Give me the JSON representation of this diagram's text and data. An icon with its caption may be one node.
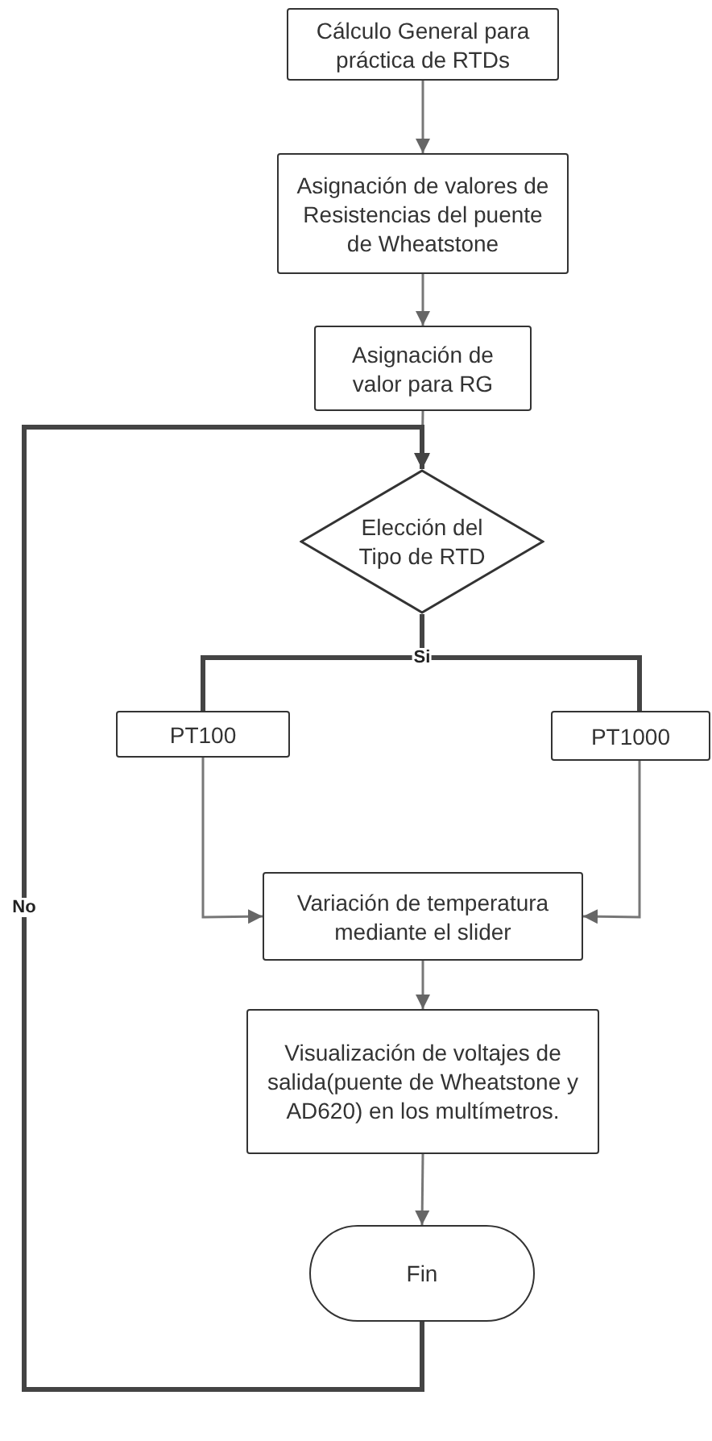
{
  "diagram": {
    "nodes": [
      {
        "text": [
          "Cálculo General para práctica de RTDs"
        ]
      },
      {
        "text": [
          "Asignación de valores de Resistencias del puente de Wheatstone"
        ]
      },
      {
        "text": [
          "Asignación de valor para RG"
        ]
      },
      {
        "text": [
          "Elección del Tipo de RTD"
        ]
      },
      {
        "text": [
          "PT100"
        ]
      },
      {
        "text": [
          "PT1000"
        ]
      },
      {
        "text": [
          "Variación de temperatura mediante el slider"
        ]
      },
      {
        "text": [
          "Visualización de voltajes de salida(puente de Wheatstone y AD620) en los multímetros."
        ]
      },
      {
        "text": [
          "Fin"
        ]
      }
    ],
    "edges": [
      {
        "from": 0,
        "to": 1,
        "arrow": "to"
      },
      {
        "from": 1,
        "to": 2,
        "arrow": "to"
      },
      {
        "from": 2,
        "to": 3,
        "arrow": "to"
      },
      {
        "from": 3,
        "to": 4,
        "arrow": "none",
        "label": "Si",
        "style": "thick"
      },
      {
        "from": 3,
        "to": 5,
        "arrow": "none",
        "style": "thick"
      },
      {
        "from": 4,
        "to": 6,
        "arrow": "to"
      },
      {
        "from": 5,
        "to": 6,
        "arrow": "to"
      },
      {
        "from": 6,
        "to": 7,
        "arrow": "to"
      },
      {
        "from": 7,
        "to": 8,
        "arrow": "to"
      },
      {
        "from": 8,
        "to": 3,
        "arrow": "to",
        "label": "No",
        "style": "thick"
      }
    ]
  }
}
